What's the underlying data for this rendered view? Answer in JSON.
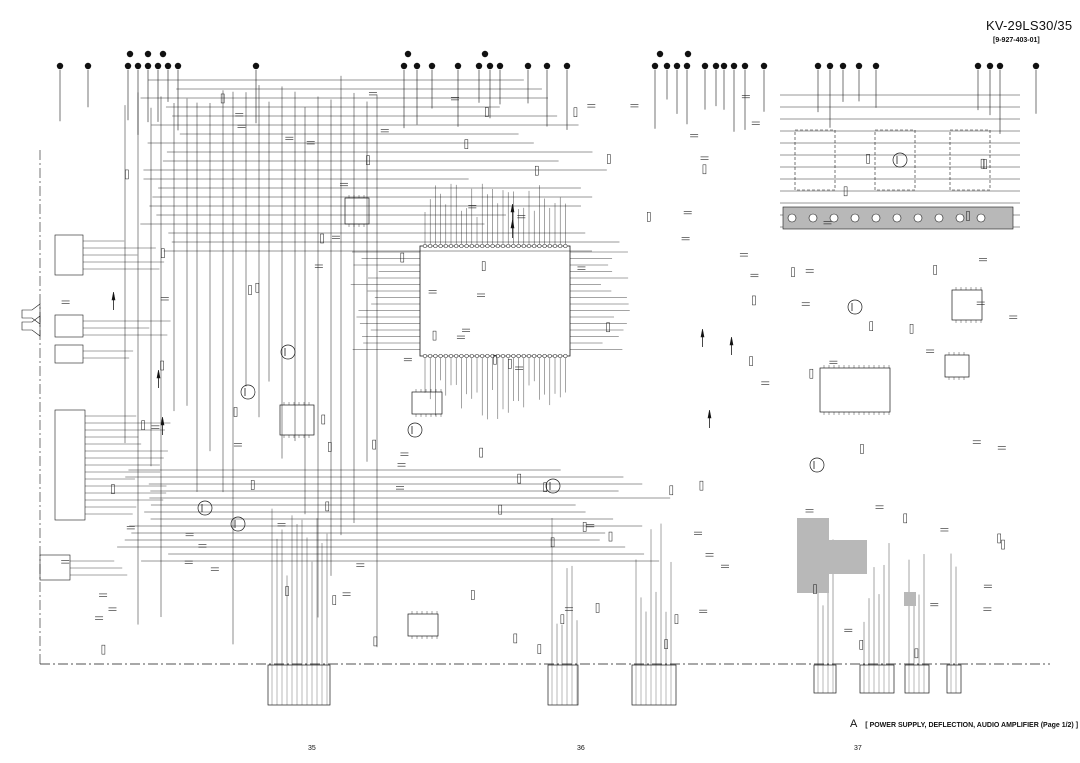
{
  "header": {
    "model": "KV-29LS30/35",
    "part_code": "[9-927-403-01]"
  },
  "caption": {
    "letter": "A",
    "title": "[ POWER SUPPLY, DEFLECTION, AUDIO AMPLIFIER (Page 1/2) ]"
  },
  "pages": [
    "35",
    "36",
    "37"
  ],
  "colors": {
    "line": "#1a1a1a",
    "background": "#ffffff",
    "shaded_block": "#b8b8b8",
    "connector_fill": "#111111"
  }
}
